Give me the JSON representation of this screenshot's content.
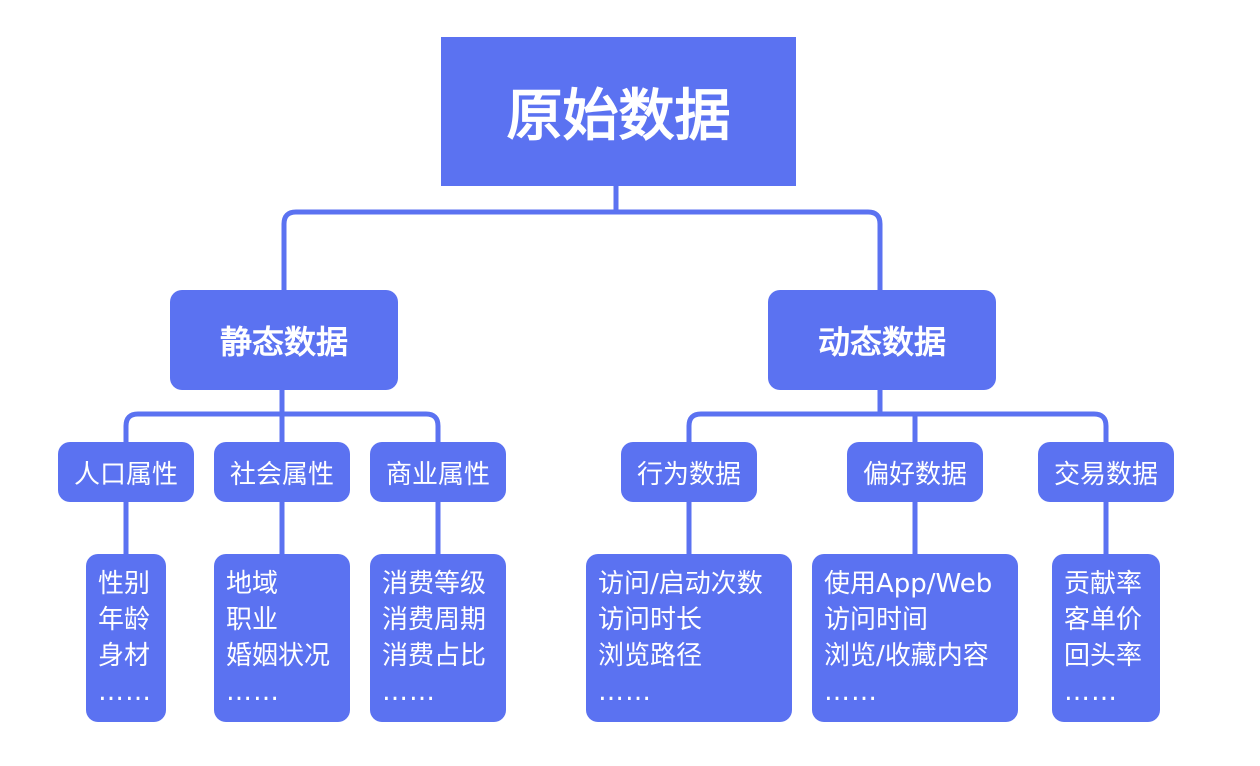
{
  "root": {
    "label": "原始数据"
  },
  "groups": [
    {
      "label": "静态数据",
      "categories": [
        {
          "label": "人口属性",
          "items": [
            "性别",
            "年龄",
            "身材",
            "……"
          ]
        },
        {
          "label": "社会属性",
          "items": [
            "地域",
            "职业",
            "婚姻状况",
            "……"
          ]
        },
        {
          "label": "商业属性",
          "items": [
            "消费等级",
            "消费周期",
            "消费占比",
            "……"
          ]
        }
      ]
    },
    {
      "label": "动态数据",
      "categories": [
        {
          "label": "行为数据",
          "items": [
            "访问/启动次数",
            "访问时长",
            "浏览路径",
            "……"
          ]
        },
        {
          "label": "偏好数据",
          "items": [
            "使用App/Web",
            "访问时间",
            "浏览/收藏内容",
            "……"
          ]
        },
        {
          "label": "交易数据",
          "items": [
            "贡献率",
            "客单价",
            "回头率",
            "……"
          ]
        }
      ]
    }
  ],
  "colors": {
    "node_fill": "#5B72F1",
    "connector": "#5B72F1",
    "text": "#ffffff"
  }
}
